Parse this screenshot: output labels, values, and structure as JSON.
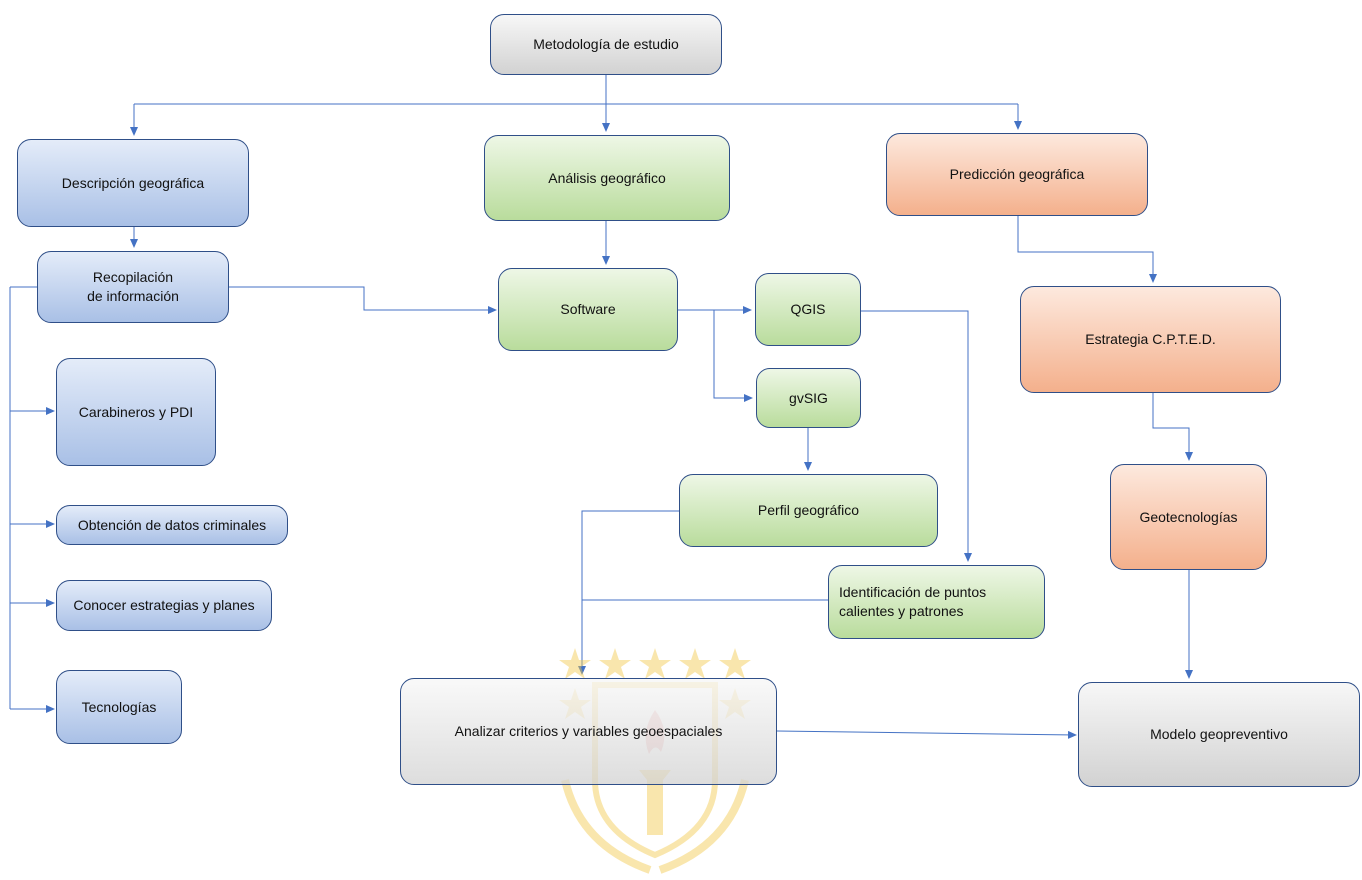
{
  "diagram": {
    "root": "Metodología de estudio",
    "descripcion": "Descripción geográfica",
    "analisis": "Análisis geográfico",
    "prediccion": "Predicción geográfica",
    "recopilacion": [
      "Recopilación",
      "de información"
    ],
    "carabineros": "Carabineros y PDI",
    "obtencion": "Obtención de datos criminales",
    "conocer": "Conocer estrategias y planes",
    "tecnologias": "Tecnologías",
    "software": "Software",
    "qgis": "QGIS",
    "gvsig": "gvSIG",
    "perfil": "Perfil geográfico",
    "identificacion": [
      "Identificación de puntos",
      "calientes y patrones"
    ],
    "analizar": "Analizar criterios y variables geoespaciales",
    "estrategia": "Estrategia C.P.T.E.D.",
    "geotecnologias": "Geotecnologías",
    "modelo": "Modelo geopreventivo"
  },
  "colors": {
    "connector": "#4472c4",
    "border": "#2f4f88",
    "gray": "#d9d9d9",
    "blue": "#b4c7e7",
    "green": "#c5e0b4",
    "orange": "#f8cbad",
    "watermark": "#f2c94c"
  },
  "watermark": {
    "icon": "university-seal-icon"
  }
}
